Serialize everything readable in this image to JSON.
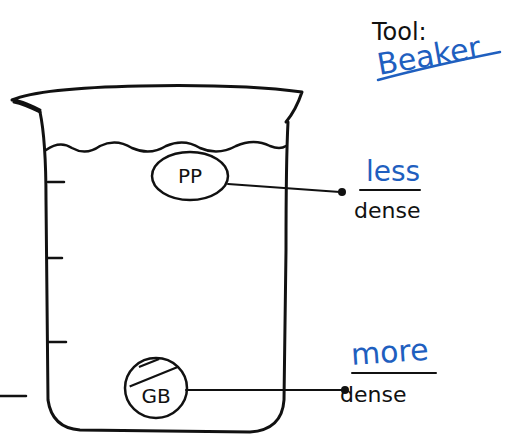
{
  "diagram": {
    "nodes": [
      {
        "text": [
          "PP"
        ]
      },
      {
        "text": [
          "GB"
        ]
      }
    ],
    "labels": [
      "Tool:",
      "Beaker",
      "less",
      "dense",
      "more",
      "dense"
    ]
  }
}
